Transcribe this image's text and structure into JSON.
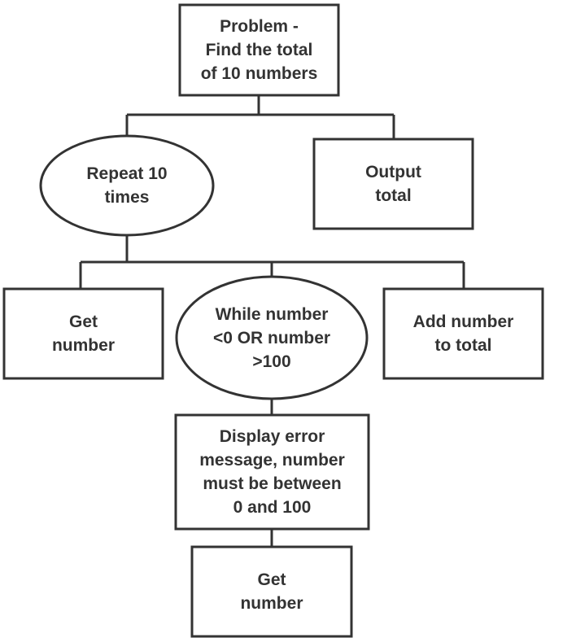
{
  "diagram": {
    "nodes": {
      "problem": {
        "shape": "rectangle",
        "lines": [
          "Problem -",
          "Find the total",
          "of 10 numbers"
        ]
      },
      "repeat": {
        "shape": "ellipse",
        "lines": [
          "Repeat 10",
          "times"
        ]
      },
      "output": {
        "shape": "rectangle",
        "lines": [
          "Output",
          "total"
        ]
      },
      "get_number_1": {
        "shape": "rectangle",
        "lines": [
          "Get",
          "number"
        ]
      },
      "while": {
        "shape": "ellipse",
        "lines": [
          "While number",
          "<0 OR number",
          ">100"
        ]
      },
      "add": {
        "shape": "rectangle",
        "lines": [
          "Add number",
          "to total"
        ]
      },
      "error": {
        "shape": "rectangle",
        "lines": [
          "Display error",
          "message, number",
          "must be between",
          "0 and 100"
        ]
      },
      "get_number_2": {
        "shape": "rectangle",
        "lines": [
          "Get",
          "number"
        ]
      }
    },
    "edges": [
      [
        "problem",
        "repeat"
      ],
      [
        "problem",
        "output"
      ],
      [
        "repeat",
        "get_number_1"
      ],
      [
        "repeat",
        "while"
      ],
      [
        "repeat",
        "add"
      ],
      [
        "while",
        "error"
      ],
      [
        "error",
        "get_number_2"
      ]
    ]
  }
}
